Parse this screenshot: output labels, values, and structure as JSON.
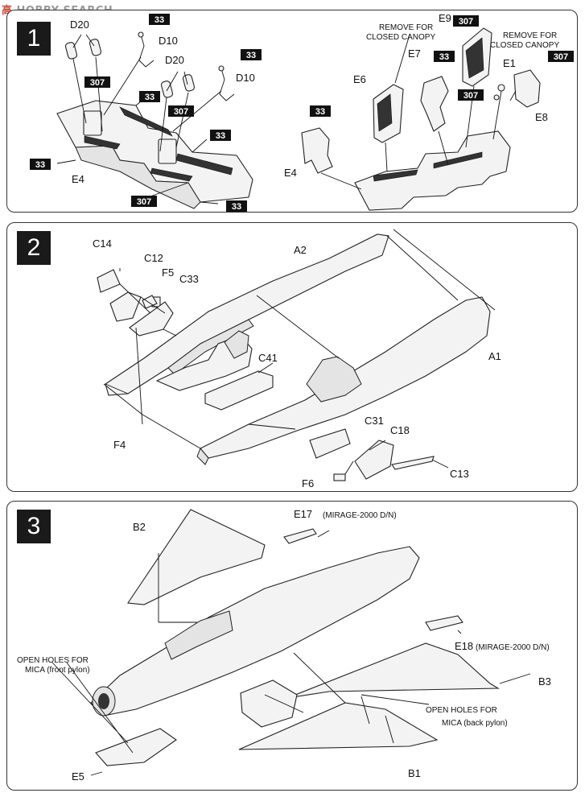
{
  "watermark": {
    "mark": "高",
    "text": "HOBBY SEARCH"
  },
  "steps": [
    {
      "number": "1",
      "labels": [
        "D20",
        "D10",
        "D20",
        "D10",
        "E4",
        "E6",
        "E7",
        "E9",
        "E1",
        "E8",
        "E4"
      ],
      "badges": [
        "33",
        "307",
        "33",
        "307",
        "33",
        "33",
        "33",
        "307",
        "33",
        "307",
        "33",
        "307",
        "307",
        "33"
      ],
      "notes": [
        "REMOVE FOR",
        "CLOSED CANOPY",
        "REMOVE FOR",
        "CLOSED CANOPY"
      ]
    },
    {
      "number": "2",
      "labels": [
        "C14",
        "C12",
        "F5",
        "C33",
        "A2",
        "C41",
        "A1",
        "F4",
        "C31",
        "C18",
        "F6",
        "C13"
      ]
    },
    {
      "number": "3",
      "labels": [
        "B2",
        "E17",
        "E18",
        "B3",
        "E5",
        "B1"
      ],
      "notes": [
        "(MIRAGE-2000 D/N)",
        "(MIRAGE-2000 D/N)",
        "OPEN HOLES FOR",
        "MICA (front pylon)",
        "OPEN HOLES FOR",
        "MICA (back pylon)"
      ]
    }
  ]
}
